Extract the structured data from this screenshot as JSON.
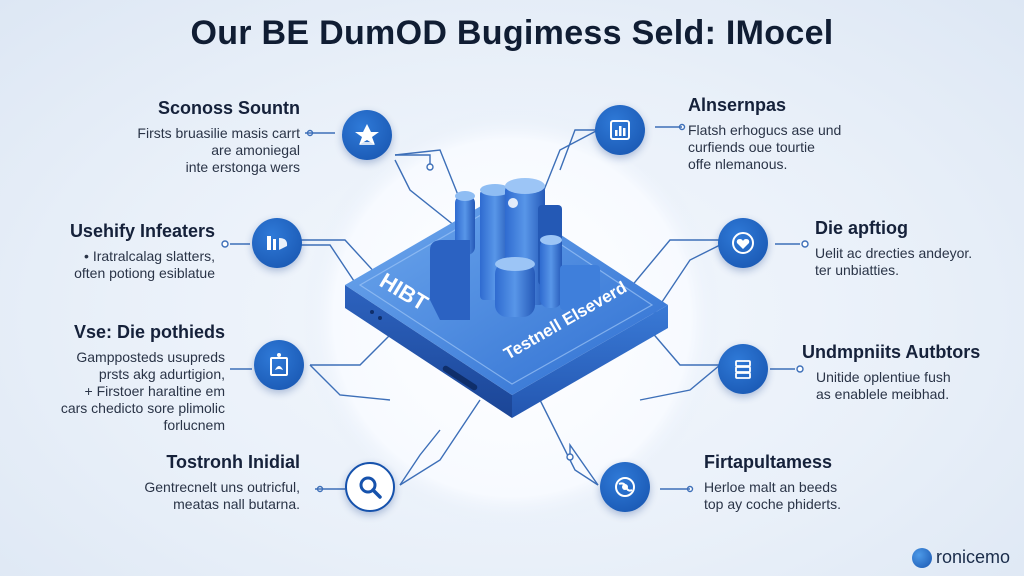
{
  "title": "Our BE DumOD Bugimess Seld: IMocel",
  "device": {
    "label_left": "HIBT",
    "label_front": "Testnell Elseverd"
  },
  "features": {
    "left": [
      {
        "title": "Sconoss Sountn",
        "desc": [
          "Firsts bruasilie masis carrt",
          "are amoniegal",
          "inte erstonga wers"
        ],
        "icon": "leaf-emblem-icon"
      },
      {
        "title": "Usehify Infeaters",
        "desc": [
          "• Iratralcalag slatters,",
          "often potiong esiblatue"
        ],
        "icon": "dashboard-icon"
      },
      {
        "title": "Vse: Die pothieds",
        "desc": [
          "Gampposteds usupreds",
          "prsts akg adurtigion,",
          "+ Firstoer haraltine em",
          "cars chedicto sore plimolic",
          "forlucnem"
        ],
        "icon": "document-leaf-icon"
      },
      {
        "title": "Tostronh Inidial",
        "desc": [
          "Gentrecnelt uns outricful,",
          "meatas nall butarna."
        ],
        "icon": "magnifier-icon"
      }
    ],
    "right": [
      {
        "title": "Alnsernpas",
        "desc": [
          "Flatsh erhogucs ase und",
          "curfiends oue tourtie",
          "offe nlemanous."
        ],
        "icon": "chart-doc-icon"
      },
      {
        "title": "Die apftiog",
        "desc": [
          "Uelit ac drecties andeyor.",
          "ter unbiatties."
        ],
        "icon": "heart-check-icon"
      },
      {
        "title": "Undmpniits Autbtors",
        "desc": [
          "Unitide oplentiue fush",
          "as enablele meibhad."
        ],
        "icon": "server-stack-icon"
      },
      {
        "title": "Firtapultamess",
        "desc": [
          "Herloe malt an beeds",
          "top ay coche phiderts."
        ],
        "icon": "globe-icon"
      }
    ]
  },
  "brand": {
    "name": "ronicemo"
  },
  "colors": {
    "accent": "#1652ac",
    "accent_light": "#3f86e0",
    "title": "#101d33",
    "bg": "#e9f0f9"
  }
}
